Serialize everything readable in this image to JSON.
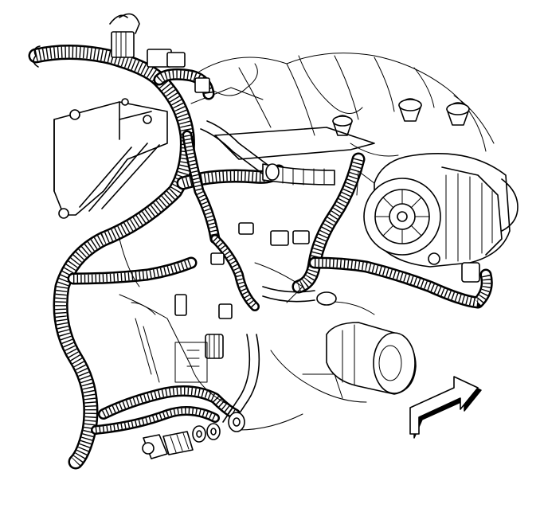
{
  "diagram": {
    "kind": "engine-wiring-harness-illustration",
    "line_color": "#000000",
    "background_color": "#ffffff",
    "components": [
      "wiring-harness",
      "harness-connectors",
      "bracket",
      "generator",
      "oil-filter",
      "spark-plug-boots",
      "intake-manifold",
      "ground-bolt",
      "washers",
      "direction-arrow"
    ],
    "direction_indicator": "front-of-vehicle-arrow"
  }
}
